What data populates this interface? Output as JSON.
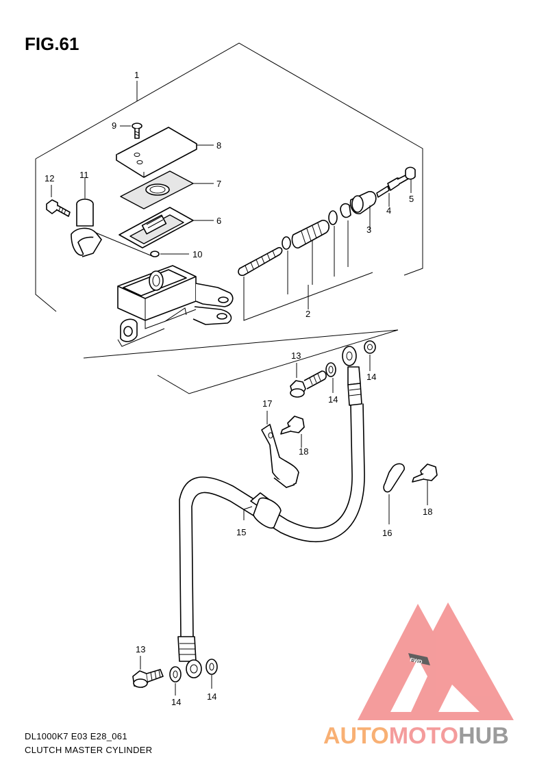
{
  "figure": {
    "title": "FIG.61",
    "caption_line1": "DL1000K7 E03 E28_061",
    "caption_line2": "CLUTCH MASTER CYLINDER"
  },
  "callouts": {
    "c1": "1",
    "c2": "2",
    "c3": "3",
    "c4": "4",
    "c5": "5",
    "c6": "6",
    "c7": "7",
    "c8": "8",
    "c9": "9",
    "c10": "10",
    "c11": "11",
    "c12": "12",
    "c13a": "13",
    "c14a": "14",
    "c14b": "14",
    "c17": "17",
    "c18a": "18",
    "c18b": "18",
    "c16": "16",
    "c15": "15",
    "c13b": "13",
    "c14c": "14",
    "c14d": "14"
  },
  "watermark": {
    "brand_a": "AUTO",
    "brand_b": "MOTO",
    "brand_c": "HUB",
    "fwd": "FWD",
    "color_orange": "#f7a35c",
    "color_red": "#f38b8b",
    "color_gray": "#8a8a8a"
  }
}
